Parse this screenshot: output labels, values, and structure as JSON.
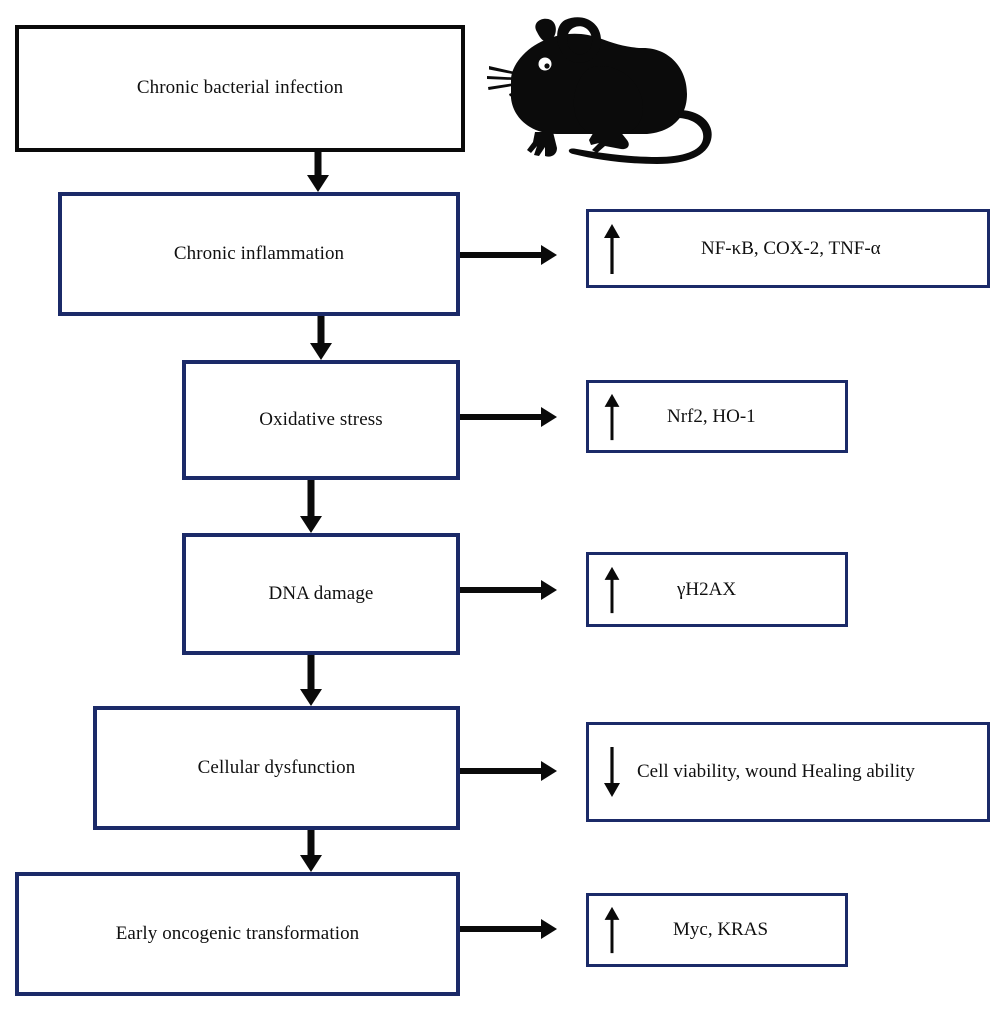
{
  "figure": {
    "type": "flowchart",
    "orientation": "vertical-cascade-with-side-annotations",
    "background_color": "#ffffff",
    "accent_color": "#1b2a68",
    "stroke_color": "#0a0a0a"
  },
  "illustration": {
    "name": "mouse-silhouette",
    "description": "black mouse silhouette facing left with whiskers, round ear, white eye and long curved tail"
  },
  "flow": {
    "nodes": [
      {
        "id": "chronic-bacterial-infection",
        "label": "Chronic bacterial infection",
        "border": "black"
      },
      {
        "id": "chronic-inflammation",
        "label": "Chronic inflammation",
        "border": "navy"
      },
      {
        "id": "oxidative-stress",
        "label": "Oxidative stress",
        "border": "navy"
      },
      {
        "id": "dna-damage",
        "label": "DNA damage",
        "border": "navy"
      },
      {
        "id": "cellular-dysfunction",
        "label": "Cellular dysfunction",
        "border": "navy"
      },
      {
        "id": "early-oncogenic-transformation",
        "label": "Early oncogenic transformation",
        "border": "navy"
      }
    ],
    "connector_icon": "down-arrow-icon",
    "side_connector_icon": "right-arrow-icon"
  },
  "markers": [
    {
      "id": "marker-inflammation",
      "direction": "up",
      "arrow_icon": "up-arrow-icon",
      "text": "NF-κB, COX-2, TNF-α"
    },
    {
      "id": "marker-oxidative",
      "direction": "up",
      "arrow_icon": "up-arrow-icon",
      "text": "Nrf2, HO-1"
    },
    {
      "id": "marker-dna",
      "direction": "up",
      "arrow_icon": "up-arrow-icon",
      "text": "γH2AX"
    },
    {
      "id": "marker-cellular",
      "direction": "down",
      "arrow_icon": "down-arrow-icon",
      "text": "Cell viability, wound Healing ability"
    },
    {
      "id": "marker-oncogenic",
      "direction": "up",
      "arrow_icon": "up-arrow-icon",
      "text": "Myc, KRAS"
    }
  ]
}
